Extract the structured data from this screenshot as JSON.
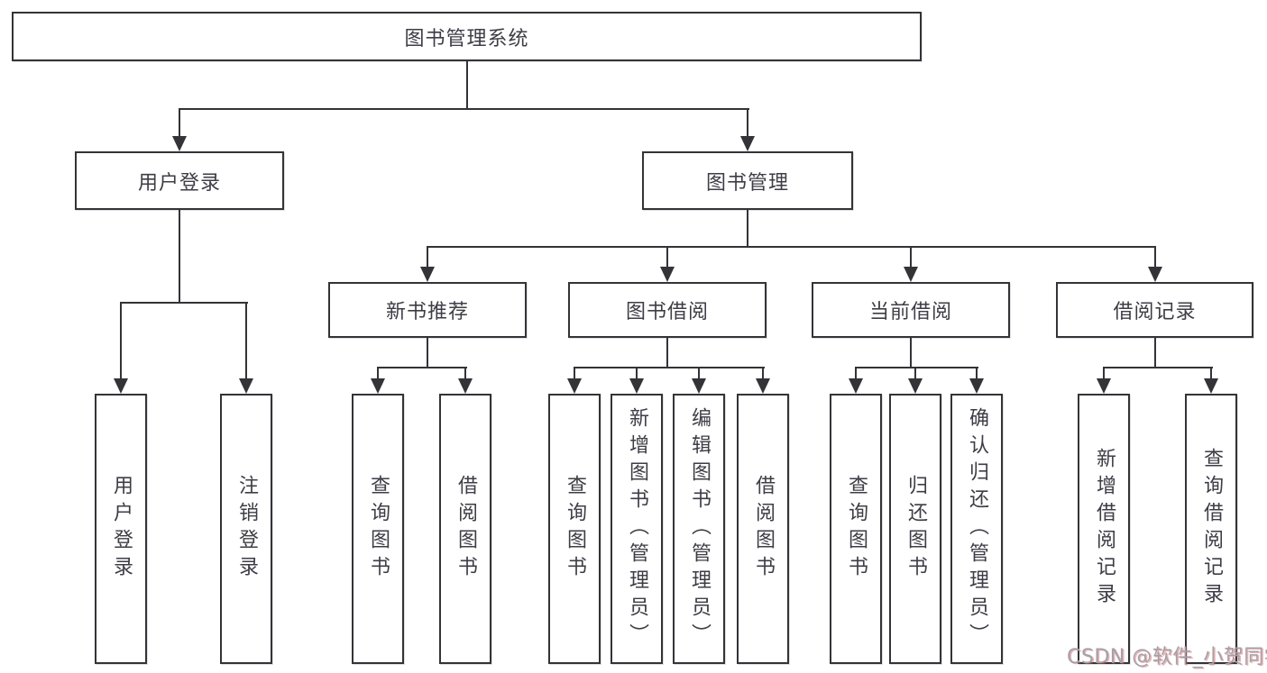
{
  "diagram": {
    "root": {
      "label": "图书管理系统"
    },
    "level2": [
      {
        "id": "user-login",
        "label": "用户登录"
      },
      {
        "id": "book-management",
        "label": "图书管理"
      }
    ],
    "level3": [
      {
        "id": "new-book-recommend",
        "label": "新书推荐",
        "parent": "图书管理"
      },
      {
        "id": "book-borrowing",
        "label": "图书借阅",
        "parent": "图书管理"
      },
      {
        "id": "current-borrowing",
        "label": "当前借阅",
        "parent": "图书管理"
      },
      {
        "id": "borrowing-records",
        "label": "借阅记录",
        "parent": "图书管理"
      }
    ],
    "leaves": [
      {
        "group": "用户登录",
        "label": "用户登录"
      },
      {
        "group": "用户登录",
        "label": "注销登录"
      },
      {
        "group": "新书推荐",
        "label": "查询图书"
      },
      {
        "group": "新书推荐",
        "label": "借阅图书"
      },
      {
        "group": "图书借阅",
        "label": "查询图书"
      },
      {
        "group": "图书借阅",
        "label": "新增图书（管理员）"
      },
      {
        "group": "图书借阅",
        "label": "编辑图书（管理员）"
      },
      {
        "group": "图书借阅",
        "label": "借阅图书"
      },
      {
        "group": "当前借阅",
        "label": "查询图书"
      },
      {
        "group": "当前借阅",
        "label": "归还图书"
      },
      {
        "group": "当前借阅",
        "label": "确认归还（管理员）"
      },
      {
        "group": "借阅记录",
        "label": "新增借阅记录"
      },
      {
        "group": "借阅记录",
        "label": "查询借阅记录"
      }
    ]
  },
  "watermark": {
    "text": "CSDN @软件_小贺同学"
  },
  "colors": {
    "line": "#333338",
    "text": "#3d3d46",
    "background": "#ffffff",
    "watermark_gray": "#a2a2aa",
    "watermark_red_fringe": "#d65656"
  }
}
